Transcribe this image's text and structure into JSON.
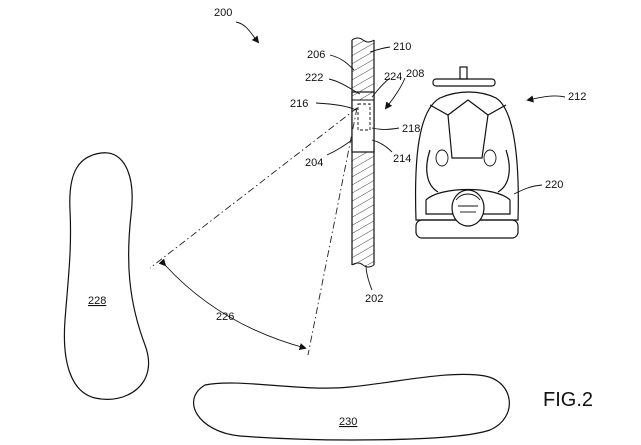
{
  "figure": {
    "title": "FIG.2",
    "labels": {
      "r200": "200",
      "r202": "202",
      "r204": "204",
      "r206": "206",
      "r208": "208",
      "r210": "210",
      "r212": "212",
      "r214": "214",
      "r216": "216",
      "r218": "218",
      "r220": "220",
      "r222": "222",
      "r224": "224",
      "r226": "226",
      "r228": "228",
      "r230": "230"
    }
  }
}
